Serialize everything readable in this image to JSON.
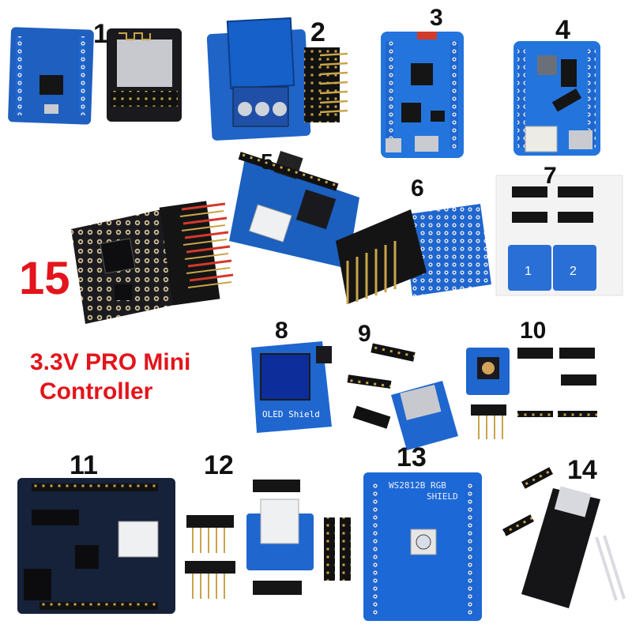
{
  "labels": {
    "n1": "1",
    "n2": "2",
    "n3": "3",
    "n4": "4",
    "n5": "5",
    "n6": "6",
    "n7": "7",
    "n8": "8",
    "n9": "9",
    "n10": "10",
    "n11": "11",
    "n12": "12",
    "n13": "13",
    "n14": "14",
    "n15": "15"
  },
  "caption": {
    "line1": "3.3V PRO Mini",
    "line2": "Controller"
  },
  "board_text": {
    "oled": "OLED Shield",
    "rgb_title": "WS2812B RGB",
    "rgb_sub": "SHIELD",
    "dual_left": "1",
    "dual_right": "2"
  },
  "colors": {
    "blue_pcb": "#1e64c8",
    "black_pcb": "#1b1b1f",
    "red_text": "#e3141b"
  }
}
